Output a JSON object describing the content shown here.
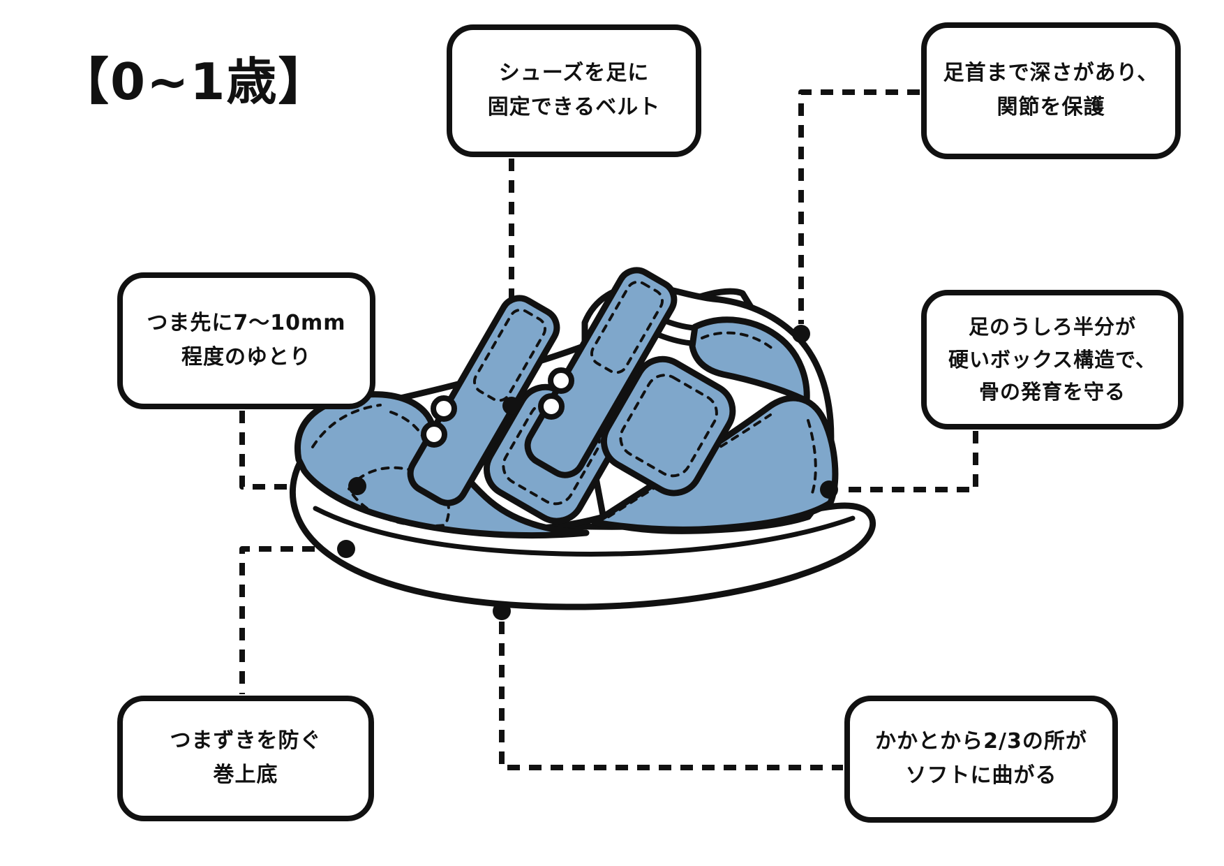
{
  "page": {
    "title": "【0~1歳】"
  },
  "palette": {
    "outline": "#111111",
    "shoe_blue": "#7FA7CB",
    "white": "#ffffff"
  },
  "callouts": {
    "strap": {
      "line1": "シューズを足に",
      "line2": "固定できるベルト"
    },
    "ankle": {
      "line1": "足首まで深さがあり、",
      "line2": "関節を保護"
    },
    "toe_room": {
      "line1": "つま先に7〜10mm",
      "line2": "程度のゆとり"
    },
    "heel_box": {
      "line1": "足のうしろ半分が",
      "line2": "硬いボックス構造で、",
      "line3": "骨の発育を守る"
    },
    "rolled_sole": {
      "line1": "つまずきを防ぐ",
      "line2": "巻上底"
    },
    "flex_point": {
      "line1": "かかとから2/3の所が",
      "line2": "ソフトに曲がる"
    }
  },
  "illustration": {
    "subject": "toddler velcro sneaker, side view, two straps"
  }
}
